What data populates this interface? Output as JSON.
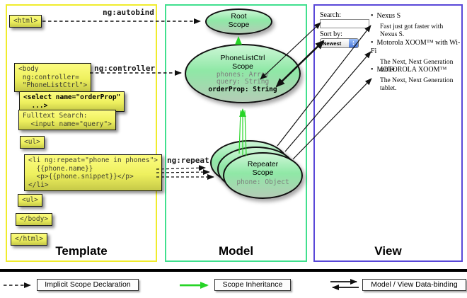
{
  "columns": {
    "template": "Template",
    "model": "Model",
    "view": "View"
  },
  "labels": {
    "autobind": "ng:autobind",
    "controller": "ng:controller",
    "repeat": "ng:repeat"
  },
  "template_code": {
    "html_open": "<html>",
    "body_open": "<body\n ng:controller=\n \"PhoneListCtrl\">",
    "select_tag": "<select name=\"orderProp\"\n  ...>",
    "fulltext": "Fulltext Search:\n  <input name=\"query\">",
    "ul_open": "<ul>",
    "li_repeat": "<li ng:repeat=\"phone in phones\">\n  {{phone.name}}\n  <p>{{phone.snippet}}</p>\n</li>",
    "ul_close": "<ul>",
    "body_close": "</body>",
    "html_close": "</html>"
  },
  "model": {
    "root_scope": {
      "line1": "Root",
      "line2": "Scope"
    },
    "phonelist_scope": {
      "line1": "PhoneListCtrl",
      "line2": "Scope",
      "props_plain": "phones: Array\nquery: String",
      "prop_bold": "orderProp: String"
    },
    "repeater_scope": {
      "line1": "Repeater",
      "line2": "Scope",
      "prop": "phone: Object"
    }
  },
  "view": {
    "search_label": "Search:",
    "search_value": "",
    "sort_label": "Sort by:",
    "sort_value": "Newest",
    "phones": [
      {
        "name": "Nexus S",
        "snippet": "Fast just got faster with Nexus S."
      },
      {
        "name": "Motorola XOOM™ with Wi-Fi",
        "snippet": "The Next, Next Generation tablet."
      },
      {
        "name": "MOTOROLA XOOM™",
        "snippet": "The Next, Next Generation tablet."
      }
    ]
  },
  "legend": {
    "implicit": "Implicit Scope Declaration",
    "inheritance": "Scope Inheritance",
    "binding": "Model / View Data-binding"
  },
  "colors": {
    "template_border": "#f0ec2c",
    "model_border": "#40e08e",
    "view_border": "#5948d8",
    "inheritance_green": "#27d427",
    "scope_fill": "#9fe8b0",
    "code_box_fill": "#eef05e"
  }
}
